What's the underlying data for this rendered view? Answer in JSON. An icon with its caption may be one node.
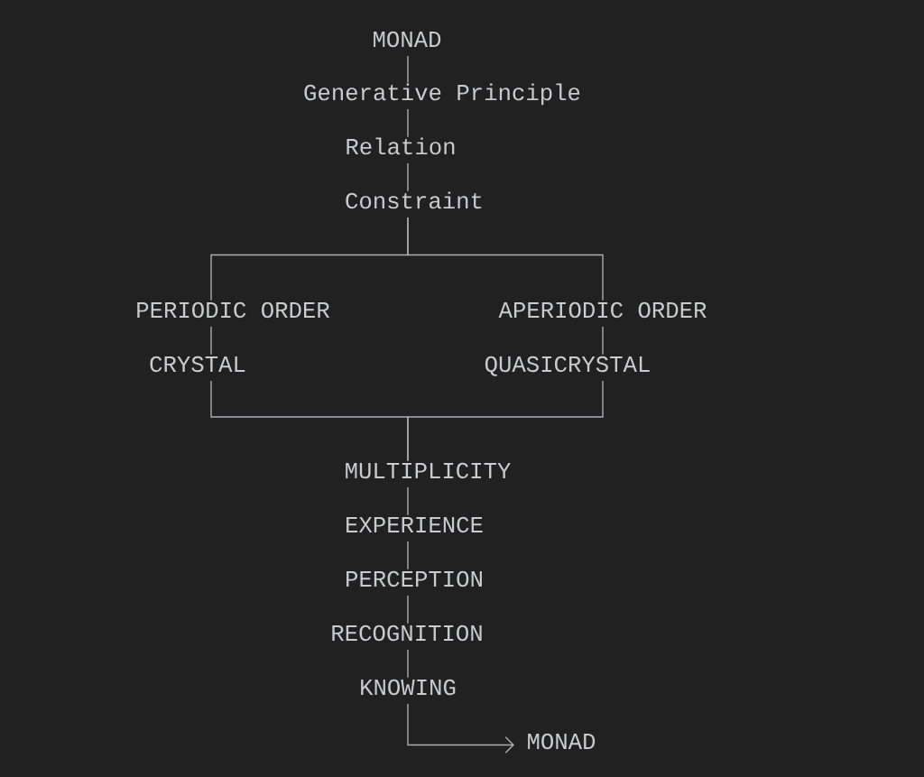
{
  "diagram": {
    "nodes": [
      {
        "text": [
          "MONAD"
        ]
      },
      {
        "text": [
          "Generative Principle"
        ]
      },
      {
        "text": [
          "Relation"
        ]
      },
      {
        "text": [
          "Constraint"
        ]
      },
      {
        "text": [
          "PERIODIC ORDER"
        ]
      },
      {
        "text": [
          "APERIODIC ORDER"
        ]
      },
      {
        "text": [
          "CRYSTAL"
        ]
      },
      {
        "text": [
          "QUASICRYSTAL"
        ]
      },
      {
        "text": [
          "MULTIPLICITY"
        ]
      },
      {
        "text": [
          "EXPERIENCE"
        ]
      },
      {
        "text": [
          "PERCEPTION"
        ]
      },
      {
        "text": [
          "RECOGNITION"
        ]
      },
      {
        "text": [
          "KNOWING"
        ]
      },
      {
        "text": [
          "MONAD"
        ]
      }
    ],
    "edges": [
      {
        "from": 0,
        "to": 1,
        "arrow": "none"
      },
      {
        "from": 1,
        "to": 2,
        "arrow": "none"
      },
      {
        "from": 2,
        "to": 3,
        "arrow": "none"
      },
      {
        "from": 3,
        "to": 4,
        "arrow": "none"
      },
      {
        "from": 3,
        "to": 5,
        "arrow": "none"
      },
      {
        "from": 4,
        "to": 6,
        "arrow": "none"
      },
      {
        "from": 5,
        "to": 7,
        "arrow": "none"
      },
      {
        "from": 6,
        "to": 8,
        "arrow": "none"
      },
      {
        "from": 7,
        "to": 8,
        "arrow": "none"
      },
      {
        "from": 8,
        "to": 9,
        "arrow": "none"
      },
      {
        "from": 9,
        "to": 10,
        "arrow": "none"
      },
      {
        "from": 10,
        "to": 11,
        "arrow": "none"
      },
      {
        "from": 11,
        "to": 12,
        "arrow": "none"
      },
      {
        "from": 12,
        "to": 13,
        "arrow": "to"
      }
    ]
  }
}
